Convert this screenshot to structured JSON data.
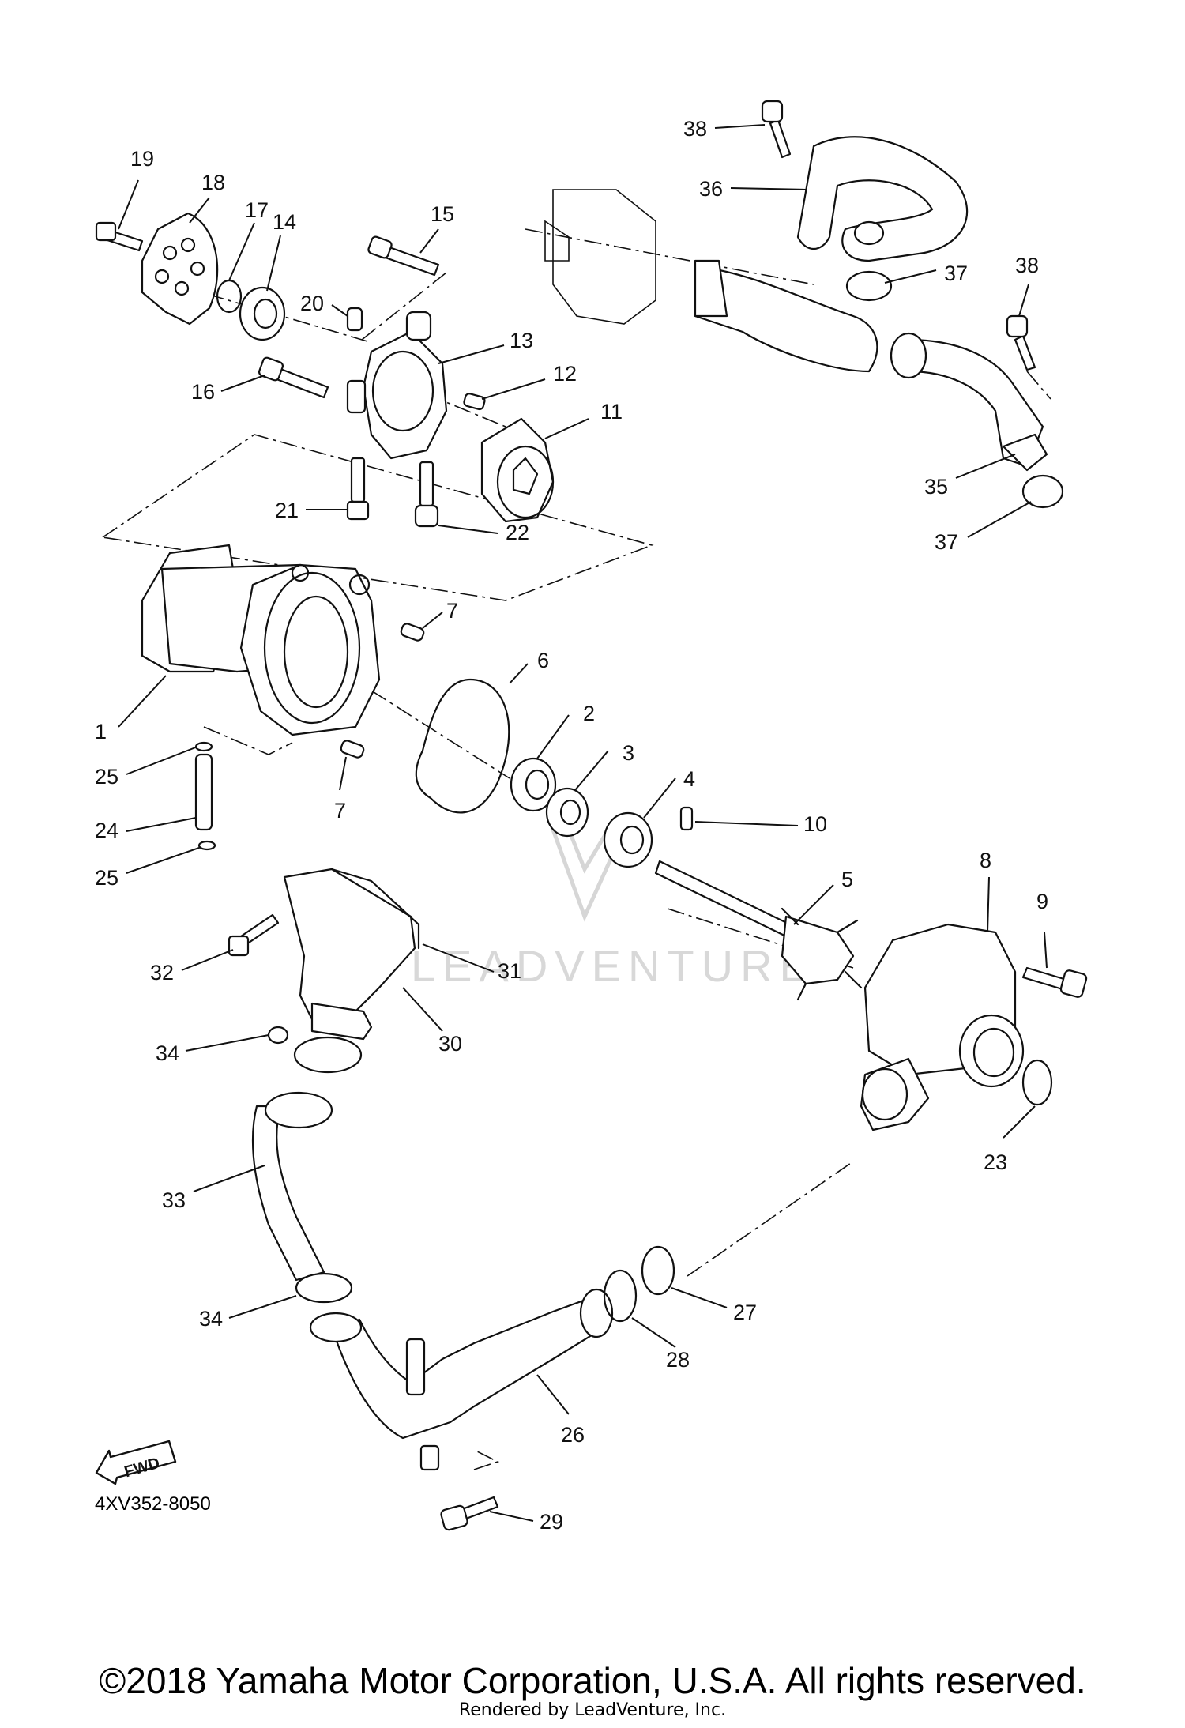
{
  "diagram": {
    "code": "4XV352-8050",
    "fwd_label": "FWD",
    "watermark": "LEADVENTURE",
    "callouts": [
      "1",
      "2",
      "3",
      "4",
      "5",
      "6",
      "7",
      "7",
      "8",
      "9",
      "10",
      "11",
      "12",
      "13",
      "14",
      "15",
      "16",
      "17",
      "18",
      "19",
      "20",
      "21",
      "22",
      "23",
      "24",
      "25",
      "25",
      "26",
      "27",
      "28",
      "29",
      "30",
      "31",
      "32",
      "33",
      "34",
      "34",
      "35",
      "36",
      "37",
      "37",
      "38",
      "38"
    ]
  },
  "footer": {
    "copyright": "©2018 Yamaha Motor Corporation, U.S.A. All rights reserved.",
    "rendered_by": "Rendered by LeadVenture, Inc."
  }
}
